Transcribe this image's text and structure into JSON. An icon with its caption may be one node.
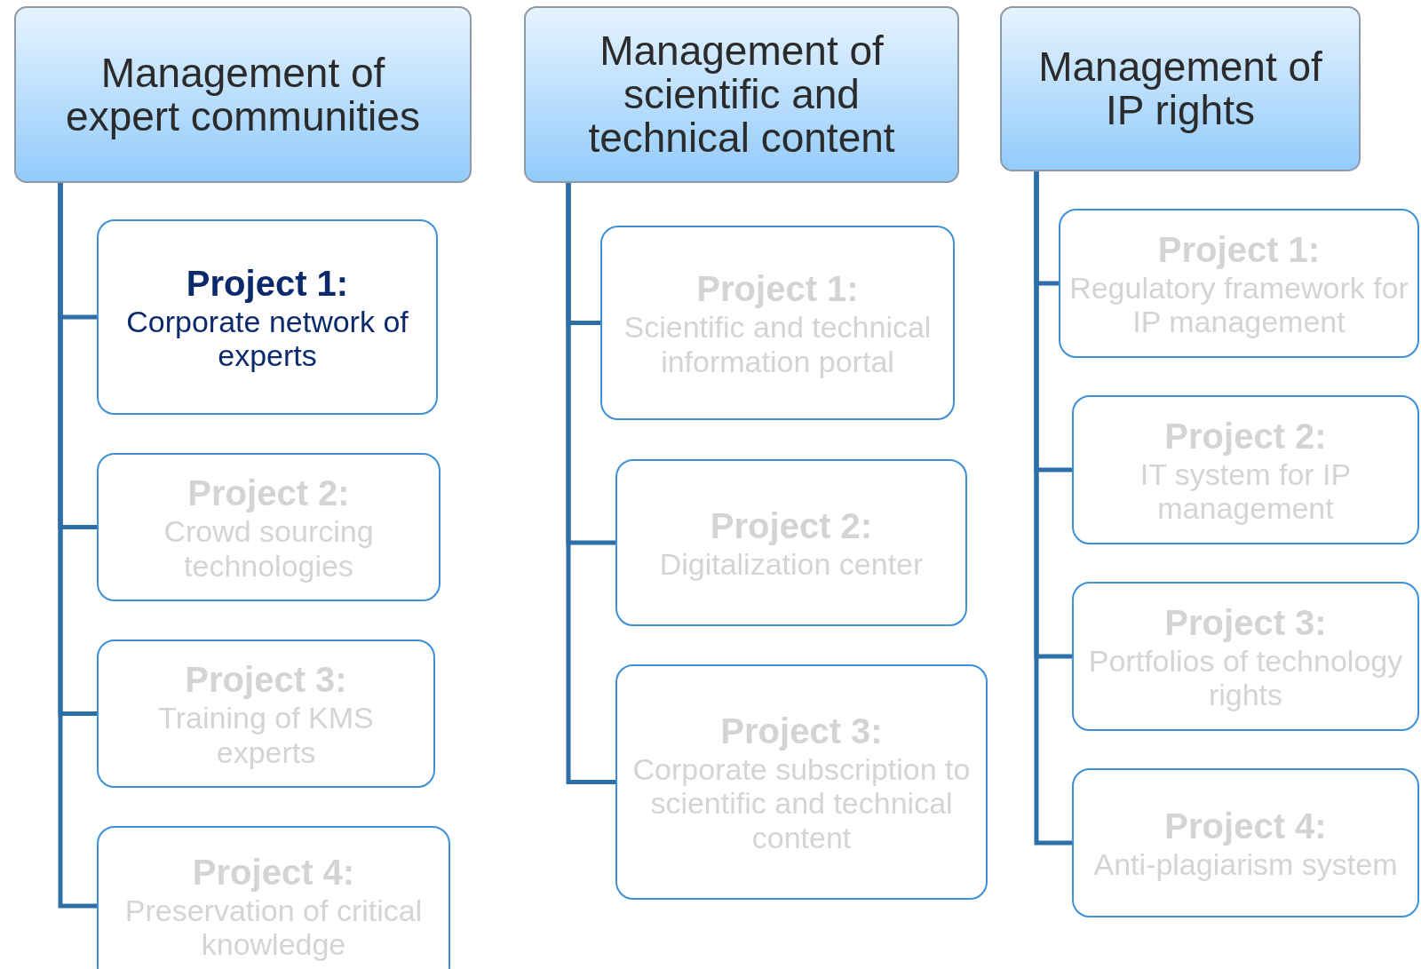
{
  "diagram": {
    "nodes": [
      {
        "text": [
          "Management of expert communities"
        ]
      },
      {
        "text": [
          "Management of scientific and technical content"
        ]
      },
      {
        "text": [
          "Management of IP rights"
        ]
      },
      {
        "text": [
          "Project 1:",
          "Corporate network of experts"
        ]
      },
      {
        "text": [
          "Project 2:",
          "Crowd sourcing technologies"
        ]
      },
      {
        "text": [
          "Project 3:",
          "Training of KMS experts"
        ]
      },
      {
        "text": [
          "Project 4:",
          "Preservation of critical knowledge"
        ]
      },
      {
        "text": [
          "Project 1:",
          "Scientific and technical information portal"
        ]
      },
      {
        "text": [
          "Project 2:",
          "Digitalization center"
        ]
      },
      {
        "text": [
          "Project 3:",
          "Corporate subscription to scientific and technical content"
        ]
      },
      {
        "text": [
          "Project 1:",
          "Regulatory framework for IP management"
        ]
      },
      {
        "text": [
          "Project 2:",
          "IT system for IP management"
        ]
      },
      {
        "text": [
          "Project 3:",
          "Portfolios of technology rights"
        ]
      },
      {
        "text": [
          "Project 4:",
          "Anti-plagiarism system"
        ]
      }
    ],
    "edges": [
      {
        "from": 0,
        "to": 3,
        "arrow": "none"
      },
      {
        "from": 0,
        "to": 4,
        "arrow": "none"
      },
      {
        "from": 0,
        "to": 5,
        "arrow": "none"
      },
      {
        "from": 0,
        "to": 6,
        "arrow": "none"
      },
      {
        "from": 1,
        "to": 7,
        "arrow": "none"
      },
      {
        "from": 1,
        "to": 8,
        "arrow": "none"
      },
      {
        "from": 1,
        "to": 9,
        "arrow": "none"
      },
      {
        "from": 2,
        "to": 10,
        "arrow": "none"
      },
      {
        "from": 2,
        "to": 11,
        "arrow": "none"
      },
      {
        "from": 2,
        "to": 12,
        "arrow": "none"
      },
      {
        "from": 2,
        "to": 13,
        "arrow": "none"
      }
    ]
  }
}
